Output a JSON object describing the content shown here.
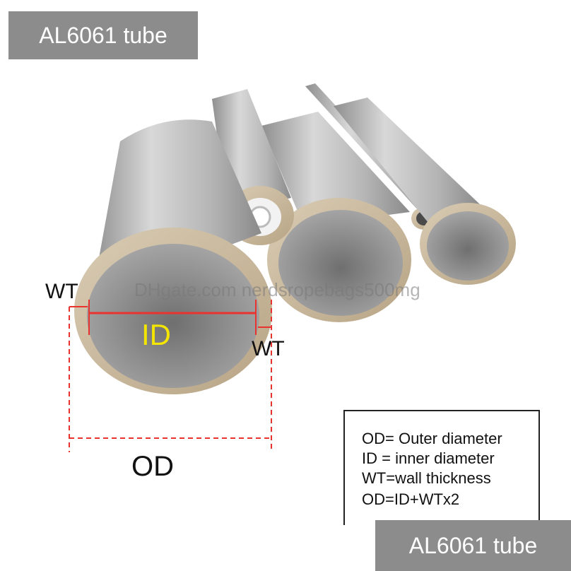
{
  "banner_top": "AL6061 tube",
  "banner_bottom": "AL6061 tube",
  "watermark": "DHgate.com nerdsropebags500mg",
  "labels": {
    "wt_left": "WT",
    "wt_right": "WT",
    "id": "ID",
    "od": "OD"
  },
  "legend": {
    "line1": "OD= Outer diameter",
    "line2": "ID = inner diameter",
    "line3": "WT=wall thickness",
    "line4": "OD=ID+WTx2"
  },
  "colors": {
    "banner": "#8c8c8c",
    "measure_red": "#e8332e",
    "id_yellow": "#f4e600",
    "metal_light": "#d6d6d6",
    "metal_dark": "#8e8e8e",
    "rim_bronze": "#c9b79a"
  }
}
